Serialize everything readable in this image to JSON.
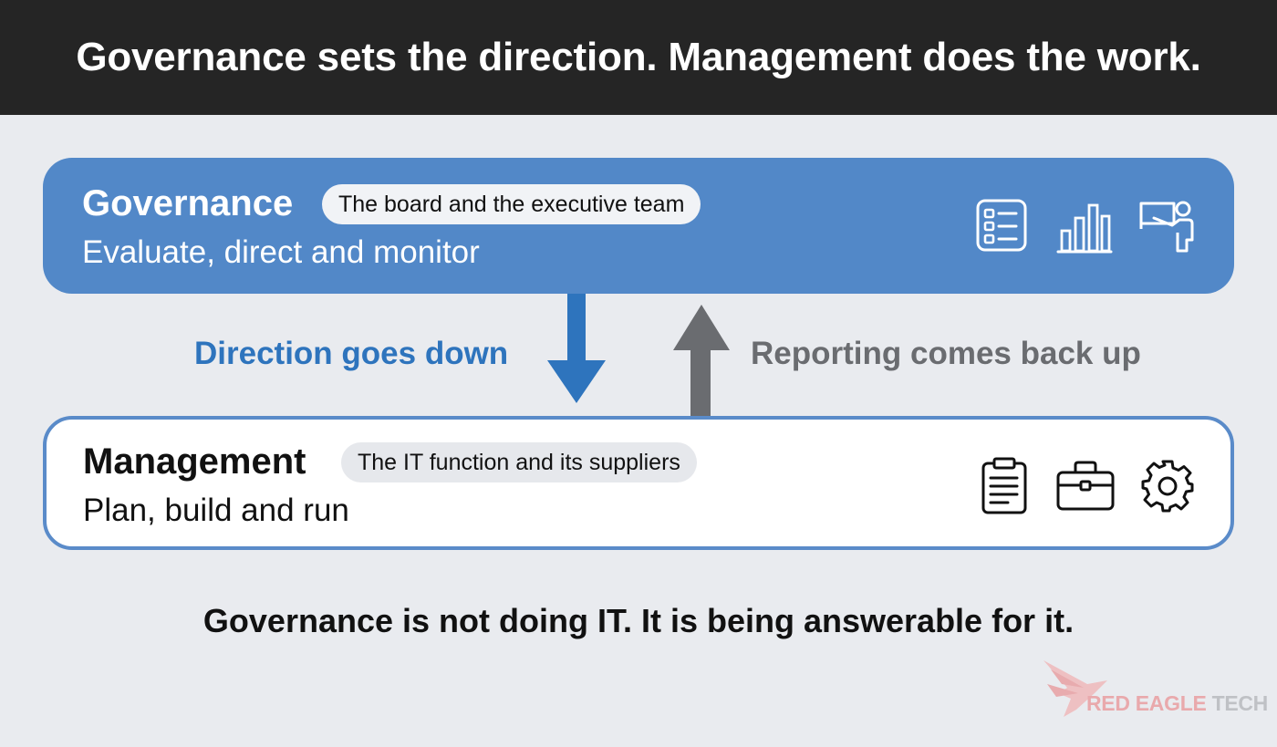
{
  "header": {
    "title": "Governance sets the direction. Management does the work."
  },
  "governance": {
    "title": "Governance",
    "badge": "The board and the executive team",
    "subtitle": "Evaluate, direct and monitor",
    "icons": [
      "checklist-icon",
      "bar-chart-icon",
      "presenter-icon"
    ],
    "color": "#5288c8"
  },
  "flow": {
    "down_label": "Direction goes down",
    "up_label": "Reporting comes back up",
    "down_color": "#2e74bd",
    "up_color": "#6a6c70"
  },
  "management": {
    "title": "Management",
    "badge": "The IT function and its suppliers",
    "subtitle": "Plan, build and run",
    "icons": [
      "clipboard-icon",
      "briefcase-icon",
      "gear-icon"
    ],
    "border_color": "#5a8bc9"
  },
  "footer": {
    "text": "Governance is not doing IT. It is being answerable for it."
  },
  "logo": {
    "brand": "RED EAGLE",
    "suffix": "TECH"
  }
}
